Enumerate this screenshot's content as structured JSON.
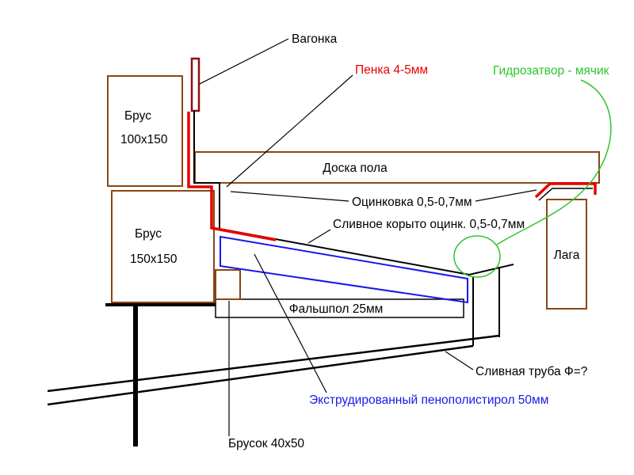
{
  "diagram": {
    "labels": {
      "vagonka": "Вагонка",
      "penka": "Пенка 4-5мм",
      "gidrozatvor": "Гидрозатвор - мячик",
      "brus_100": {
        "line1": "Брус",
        "line2": "100х150"
      },
      "doska_pola": "Доска пола",
      "ocinkovka": "Оцинковка 0,5-0,7мм",
      "slivnoe_koryto": "Сливное корыто оцинк. 0,5-0,7мм",
      "brus_150": {
        "line1": "Брус",
        "line2": "150х150"
      },
      "laga": "Лага",
      "falshpol": "Фальшпол 25мм",
      "slivnaya_truba": "Сливная труба Ф=?",
      "penopolistirol": "Экструдированный пенополистирол 50мм",
      "brusok": "Брусок 40х50"
    },
    "colors": {
      "background": "#ffffff",
      "wood_outline": "#8a4613",
      "vagonka_outline": "#8b1010",
      "foam_red": "#e60000",
      "insulation_blue": "#1a18e8",
      "water_seal_green": "#2dc52d",
      "line_black": "#000000"
    }
  }
}
